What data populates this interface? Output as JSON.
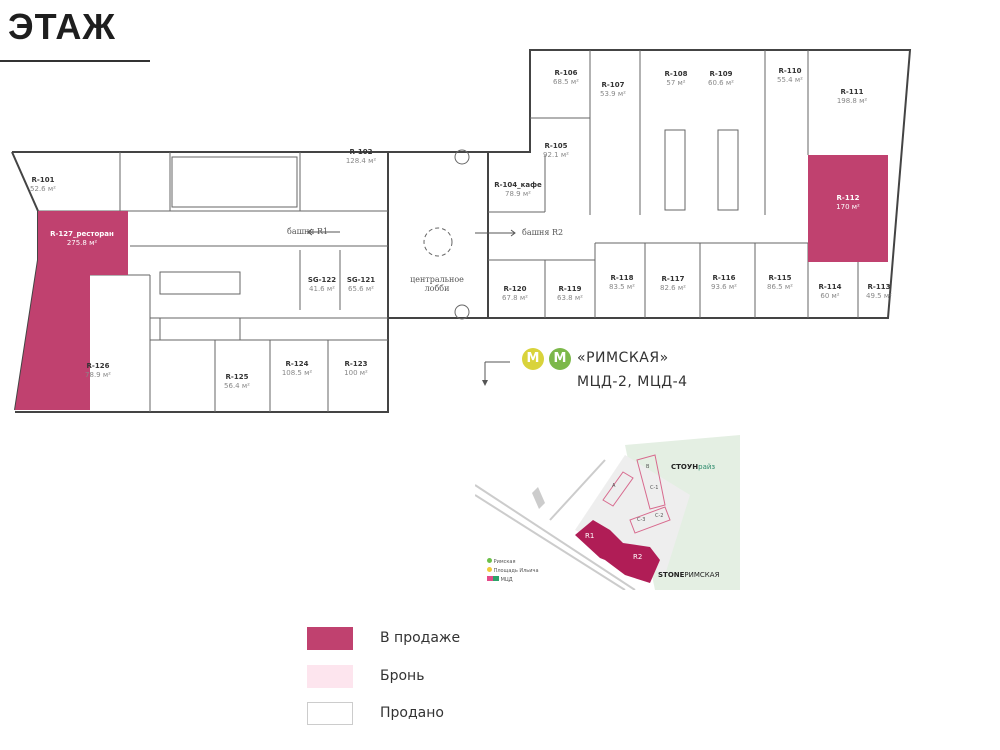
{
  "header": {
    "title": "ЭТАЖ"
  },
  "colors": {
    "sale": "#c0416f",
    "reserved": "#fde5ee",
    "sold": "#ffffff"
  },
  "plan": {
    "tower_r1": "башня R1",
    "tower_r2": "башня R2",
    "lobby_1": "центральное",
    "lobby_2": "лобби",
    "rooms": [
      {
        "id": "R-101",
        "area": "52.6 м²",
        "status": "sold"
      },
      {
        "id": "R-102",
        "area": "128.4 м²",
        "status": "sold"
      },
      {
        "id": "R-127_ресторан",
        "area": "275.8 м²",
        "status": "sale"
      },
      {
        "id": "SG-122",
        "area": "41.6 м²",
        "status": "sold"
      },
      {
        "id": "SG-121",
        "area": "65.6 м²",
        "status": "sold"
      },
      {
        "id": "R-126",
        "area": "78.9 м²",
        "status": "sold"
      },
      {
        "id": "R-125",
        "area": "56.4 м²",
        "status": "sold"
      },
      {
        "id": "R-124",
        "area": "108.5 м²",
        "status": "sold"
      },
      {
        "id": "R-123",
        "area": "100 м²",
        "status": "sold"
      },
      {
        "id": "R-106",
        "area": "68.5 м²",
        "status": "sold"
      },
      {
        "id": "R-107",
        "area": "53.9 м²",
        "status": "sold"
      },
      {
        "id": "R-108",
        "area": "57 м²",
        "status": "sold"
      },
      {
        "id": "R-109",
        "area": "60.6 м²",
        "status": "sold"
      },
      {
        "id": "R-110",
        "area": "55.4 м²",
        "status": "sold"
      },
      {
        "id": "R-111",
        "area": "198.8 м²",
        "status": "sold"
      },
      {
        "id": "R-105",
        "area": "92.1 м²",
        "status": "sold"
      },
      {
        "id": "R-104_кафе",
        "area": "78.9 м²",
        "status": "sold"
      },
      {
        "id": "R-112",
        "area": "170 м²",
        "status": "sale"
      },
      {
        "id": "R-120",
        "area": "67.8 м²",
        "status": "sold"
      },
      {
        "id": "R-119",
        "area": "63.8 м²",
        "status": "sold"
      },
      {
        "id": "R-118",
        "area": "83.5 м²",
        "status": "sold"
      },
      {
        "id": "R-117",
        "area": "82.6 м²",
        "status": "sold"
      },
      {
        "id": "R-116",
        "area": "93.6 м²",
        "status": "sold"
      },
      {
        "id": "R-115",
        "area": "86.5 м²",
        "status": "sold"
      },
      {
        "id": "R-114",
        "area": "60 м²",
        "status": "sold"
      },
      {
        "id": "R-113",
        "area": "49.5 м²",
        "status": "sold"
      }
    ]
  },
  "metro": {
    "icon_label": "М",
    "station": "«РИМСКАЯ»",
    "lines": "МЦД-2, МЦД-4",
    "colors": [
      "#d9d33b",
      "#7cb84a"
    ]
  },
  "map": {
    "r1": "R1",
    "r2": "R2",
    "brand_top": "СТОУН",
    "brand_top_2": "райз",
    "brand_bottom": "STONE",
    "brand_bottom_2": "РИМСКАЯ",
    "bld_a": "A",
    "bld_b": "B",
    "bld_c1": "C-1",
    "bld_c2": "C-2",
    "bld_c3": "C-3",
    "legend": [
      "Римская",
      "Площадь Ильича",
      "МЦД"
    ]
  },
  "legend": [
    {
      "label": "В продаже"
    },
    {
      "label": "Бронь"
    },
    {
      "label": "Продано"
    }
  ]
}
